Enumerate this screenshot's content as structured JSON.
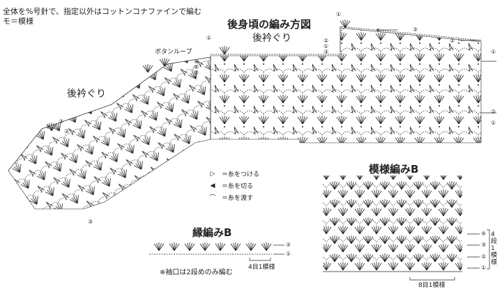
{
  "notes": {
    "line1": "全体を%号針で、指定以外はコットンコナファインで編む",
    "line2": "モ＝模様"
  },
  "titles": {
    "main": "後身頃の編み方図",
    "collar_right": "後衿ぐり",
    "collar_left": "後衿ぐり",
    "pattern_b": "模様編みB",
    "edge_b": "縁編みB"
  },
  "labels": {
    "button_loop": "ボタンループ",
    "sleeve_note": "※袖口は2段めのみ編む",
    "edge_repeat": "4目1模様",
    "pattern_repeat_h": "8目1模様",
    "pattern_repeat_v": "4段1模様"
  },
  "legend": [
    {
      "symbol": "▷",
      "text": "＝糸をつける"
    },
    {
      "symbol": "◀",
      "text": "＝糸を切る"
    },
    {
      "symbol": "⌒",
      "text": "＝糸を渡す"
    }
  ],
  "row_markers": {
    "main_right": [
      "①",
      "③",
      "②",
      "①",
      "②",
      "①"
    ],
    "main_left": [
      "①",
      "⑥",
      "④",
      "⑤"
    ],
    "main_mid": [
      "②",
      "①",
      "③"
    ],
    "shoulder": [
      "⑤",
      "③",
      "②"
    ],
    "shoulder_bottom": "③",
    "edge_b": [
      "②",
      "①"
    ],
    "pattern_b": [
      "④",
      "③",
      "②",
      "①"
    ]
  },
  "colors": {
    "ink": "#222222",
    "paper": "#ffffff"
  }
}
